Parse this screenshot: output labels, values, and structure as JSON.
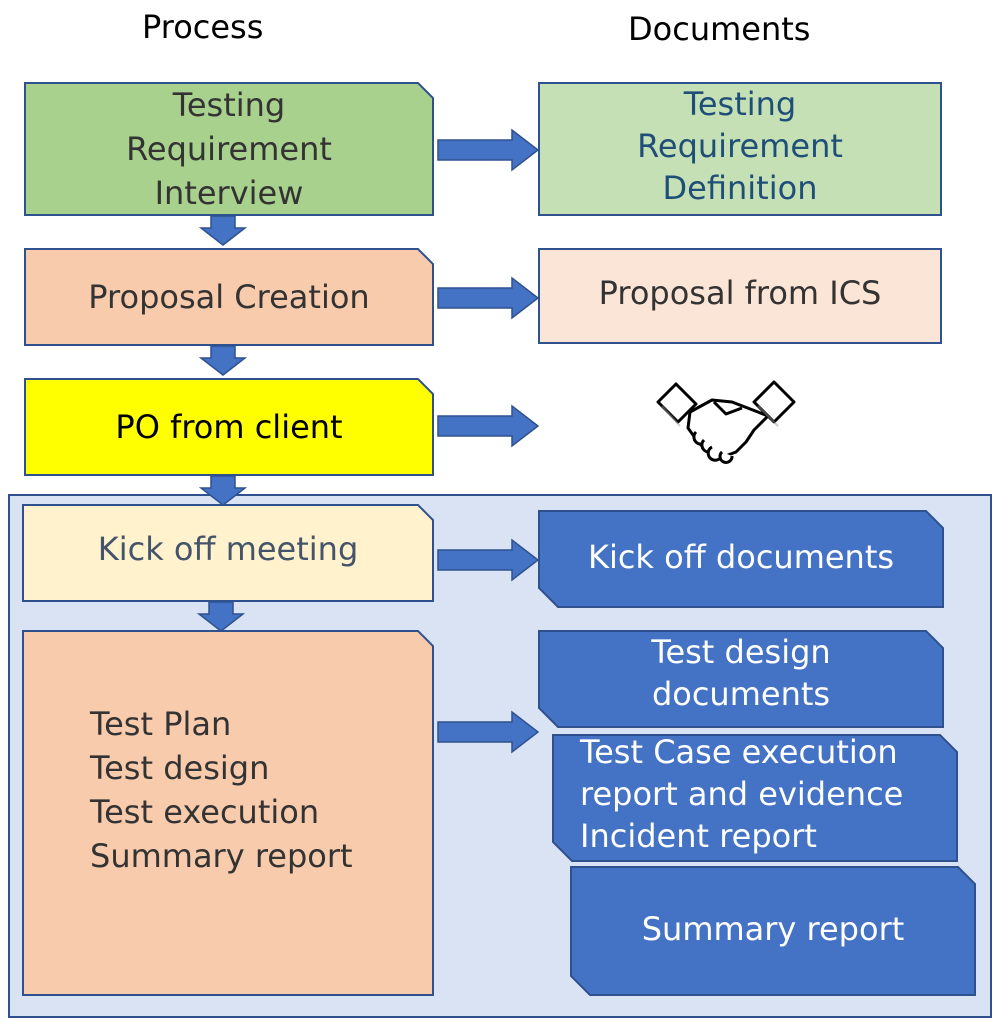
{
  "headers": {
    "process": "Process",
    "documents": "Documents"
  },
  "process": {
    "testing_interview": "Testing\nRequirement\nInterview",
    "proposal_creation": "Proposal Creation",
    "po_from_client": "PO from client",
    "kickoff_meeting": "Kick off meeting",
    "test_phases": [
      "Test Plan",
      "Test design",
      "Test execution",
      "Summary report"
    ]
  },
  "documents": {
    "testing_requirement_definition": "Testing\nRequirement\nDefinition",
    "proposal_from_ics": "Proposal from ICS",
    "kickoff_documents": "Kick off documents",
    "test_design_documents": "Test design\ndocuments",
    "test_case_execution": "Test Case execution\nreport and evidence\nIncident report",
    "summary_report": "Summary report"
  },
  "icons": {
    "handshake": "handshake-icon"
  },
  "colors": {
    "green": "#a9d18e",
    "light_green": "#c5e0b4",
    "salmon": "#f8cbad",
    "light_salmon": "#fbe5d6",
    "yellow": "#ffff00",
    "cream": "#fff2cc",
    "blue_doc": "#4472c4",
    "border_blue": "#2f528f",
    "group_bg": "#dae3f3",
    "arrow_blue": "#4472c4"
  }
}
